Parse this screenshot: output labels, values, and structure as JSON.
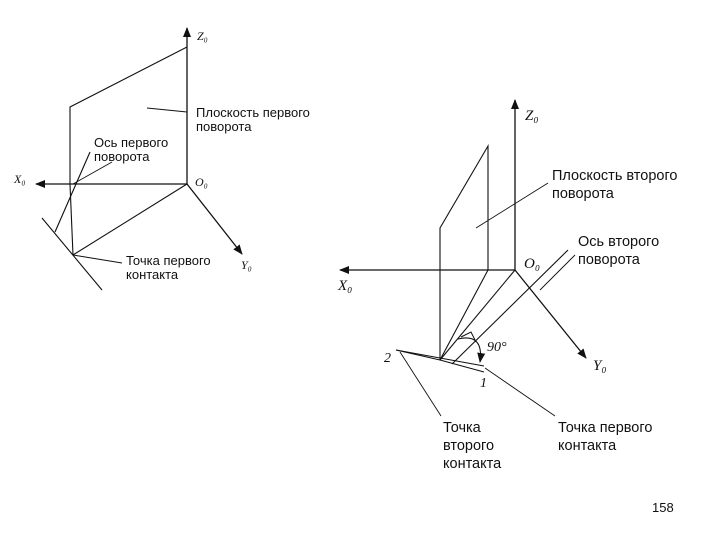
{
  "left_diagram": {
    "axis_z": "Z₀",
    "axis_x": "X₀",
    "axis_y": "Y₀",
    "origin": "O₀",
    "plane_label": [
      "Плоскость первого",
      "поворота"
    ],
    "axis_label": [
      "Ось первого",
      "поворота"
    ],
    "contact_label": [
      "Точка первого",
      "контакта"
    ]
  },
  "right_diagram": {
    "axis_z": "Z₀",
    "axis_x": "X₀",
    "axis_y": "Y₀",
    "origin": "O₀",
    "plane_label": [
      "Плоскость второго",
      "поворота"
    ],
    "axis_label": [
      "Ось второго",
      "поворота"
    ],
    "angle_label": "90°",
    "point_1": "1",
    "point_2": "2",
    "second_contact_label": [
      "Точка",
      "второго",
      "контакта"
    ],
    "first_contact_label": [
      "Точка первого",
      "контакта"
    ]
  },
  "page_number": "158"
}
